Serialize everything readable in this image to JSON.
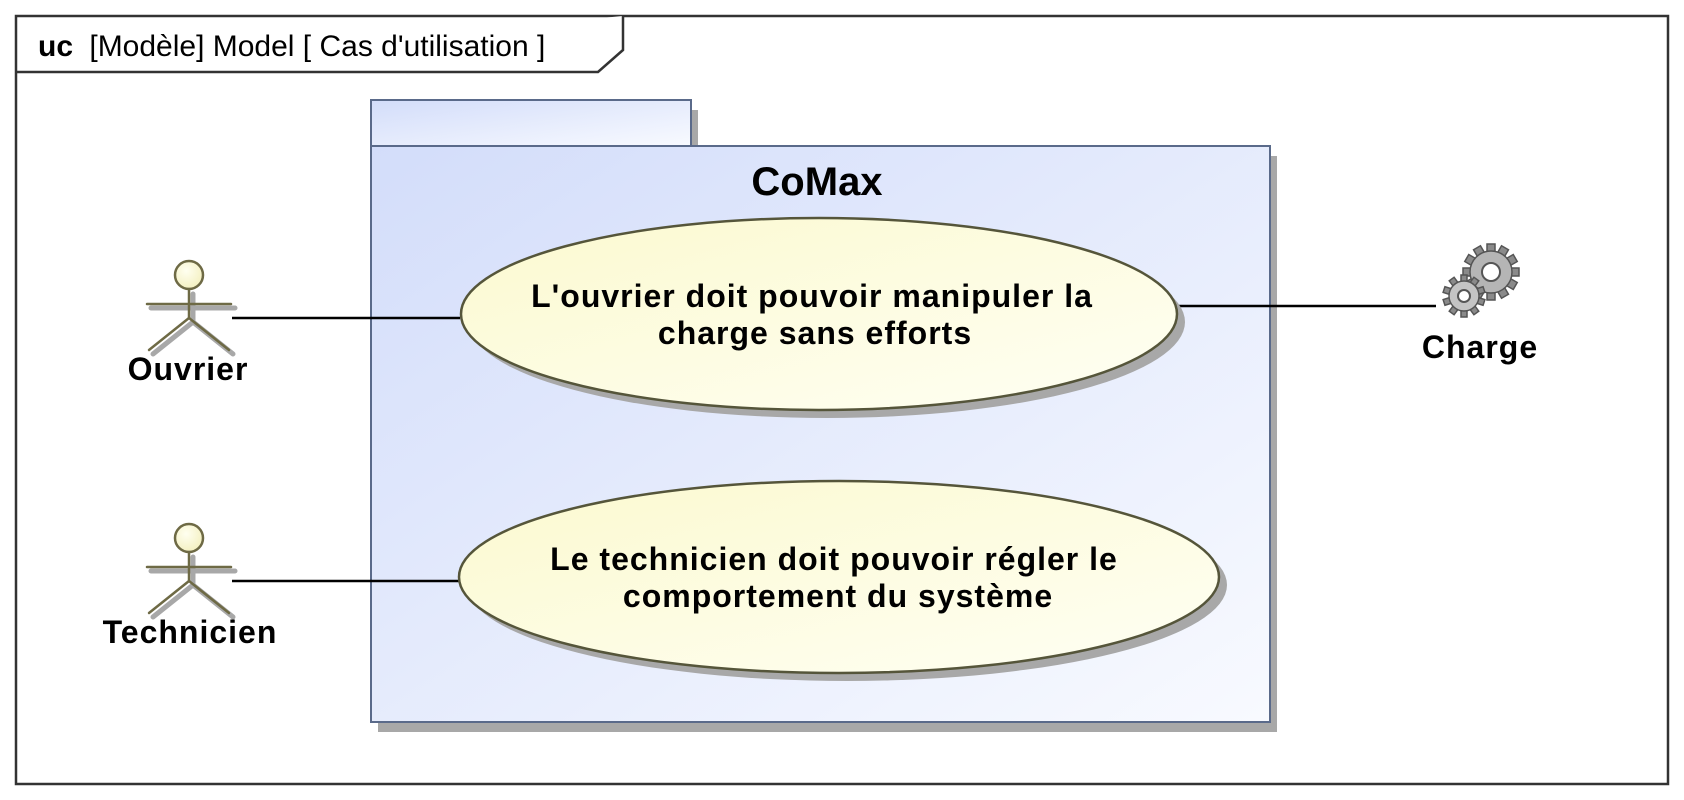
{
  "frame": {
    "kind": "uc",
    "label": "[Modèle] Model [ Cas d'utilisation ]"
  },
  "package": {
    "name": "CoMax"
  },
  "use_cases": [
    {
      "lines": [
        "L'ouvrier doit pouvoir manipuler la",
        "charge sans efforts"
      ]
    },
    {
      "lines": [
        "Le technicien doit pouvoir régler le",
        "comportement du système"
      ]
    }
  ],
  "actors": [
    {
      "name": "Ouvrier",
      "icon": "stick-figure-icon"
    },
    {
      "name": "Technicien",
      "icon": "stick-figure-icon"
    },
    {
      "name": "Charge",
      "icon": "gears-icon"
    }
  ],
  "colors": {
    "frame_border": "#333333",
    "package_border": "#5a6a8a",
    "package_fill_start": "#d3ddfa",
    "package_fill_end": "#f8faff",
    "usecase_fill_start": "#fbf9cf",
    "usecase_fill_end": "#fffff4",
    "usecase_border": "#55553a",
    "actor_fill": "#fdfbd8",
    "actor_stroke": "#6e6a45",
    "shadow": "#a8a8a8"
  }
}
